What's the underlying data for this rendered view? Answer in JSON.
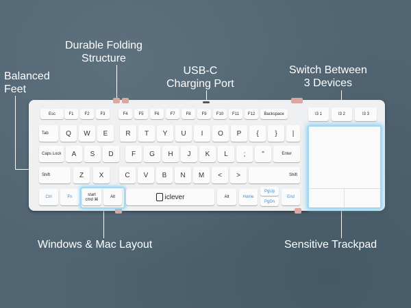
{
  "labels": {
    "balanced_feet": [
      "Balanced",
      "Feet"
    ],
    "folding": [
      "Durable Folding",
      "Structure"
    ],
    "usbc": [
      "USB-C",
      "Charging Port"
    ],
    "switch": [
      "Switch Between",
      "3 Devices"
    ],
    "layout": "Windows & Mac Layout",
    "trackpad": "Sensitive Trackpad"
  },
  "brand": "iclever",
  "device_keys": [
    "Ι3 1",
    "Ι3 2",
    "Ι3 3"
  ],
  "row1": [
    "Esc",
    "F1",
    "F2",
    "F3",
    "F4",
    "F5",
    "F6",
    "F7",
    "F8",
    "F9",
    "F10",
    "F11",
    "F12",
    "Backspace"
  ],
  "row2": [
    "Q",
    "W",
    "E",
    "R",
    "T",
    "Y",
    "U",
    "I",
    "O",
    "P"
  ],
  "row3": [
    "A",
    "S",
    "D",
    "F",
    "G",
    "H",
    "J",
    "K",
    "L"
  ],
  "row4": [
    "Z",
    "X",
    "C",
    "V",
    "B",
    "N",
    "M"
  ],
  "mods": {
    "tab": "Tab",
    "caps": "Caps Lock",
    "shift": "Shift",
    "ctrl": "Ctrl",
    "fn": "Fn",
    "start": "start",
    "cmd": "cmd ⌘",
    "alt": "Alt",
    "enter": "Enter",
    "home": "Home",
    "end": "End",
    "pgup": "PgUp",
    "pgdn": "PgDn",
    "alt2": "Alt"
  },
  "punct": {
    "lt": "<",
    "gt": ">",
    "semicolon": ";",
    "quote": "\"",
    "bracket_l": "{",
    "bracket_r": "}",
    "bar": "|"
  },
  "colors": {
    "accent": "#4a86c8",
    "highlight": "#9fd9f3",
    "background": "#516472"
  }
}
